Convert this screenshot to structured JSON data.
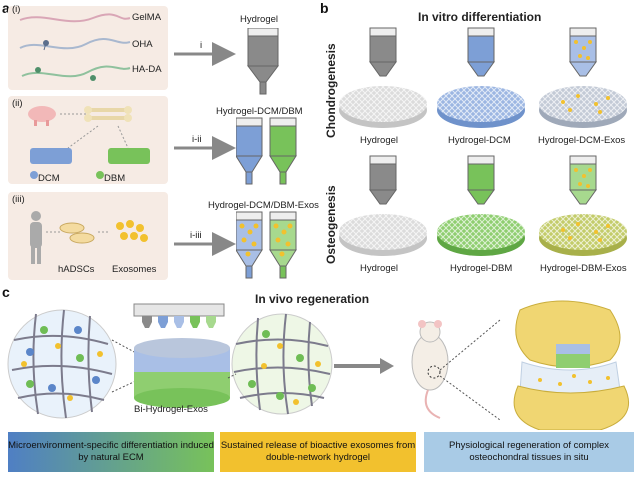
{
  "panels": {
    "a": "a",
    "b": "b",
    "c": "c"
  },
  "panel_a": {
    "sub_i": "(i)",
    "sub_ii": "(ii)",
    "sub_iii": "(iii)",
    "polymers": [
      "GelMA",
      "OHA",
      "HA-DA"
    ],
    "dcm": "DCM",
    "dbm": "DBM",
    "hadscs": "hADSCs",
    "exosomes": "Exosomes",
    "arrow_i": "i",
    "arrow_ii": "i-ii",
    "arrow_iii": "i-iii",
    "hydrogel": "Hydrogel",
    "hydrogel_dcm_dbm": "Hydrogel-DCM/DBM",
    "hydrogel_dcm_dbm_exos": "Hydrogel-DCM/DBM-Exos"
  },
  "panel_b": {
    "title": "In vitro differentiation",
    "chondrogenesis": "Chondrogenesis",
    "osteogenesis": "Osteogenesis",
    "row1": [
      "Hydrogel",
      "Hydrogel-DCM",
      "Hydrogel-DCM-Exos"
    ],
    "row2": [
      "Hydrogel",
      "Hydrogel-DBM",
      "Hydrogel-DBM-Exos"
    ]
  },
  "panel_c": {
    "title": "In vivo regeneration",
    "construct": "Bi-Hydrogel-Exos",
    "banner1": "Microenvironment-specific differentiation induced by natural ECM",
    "banner2": "Sustained release of bioactive exosomes from double-network hydrogel",
    "banner3": "Physiological regeneration of complex osteochondral tissues in situ"
  },
  "colors": {
    "gray": "#9a9a9a",
    "blue": "#7d9fd6",
    "green": "#78c25a",
    "yellow": "#f2c12e",
    "tissue_bg": "#f6ebe4"
  }
}
